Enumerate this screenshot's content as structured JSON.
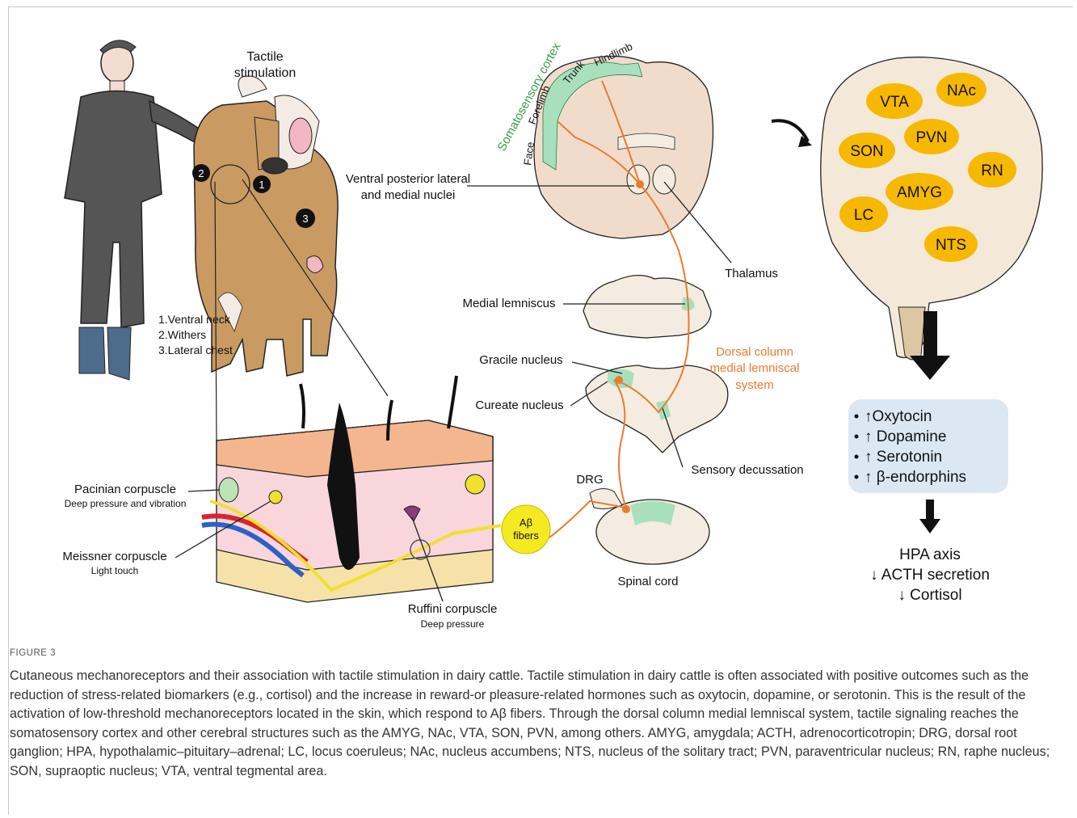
{
  "figure": {
    "tactile_stimulation": [
      "Tactile",
      "stimulation"
    ],
    "body_sites": [
      "1.Ventral neck",
      "2.Withers",
      "3.Lateral chest"
    ],
    "site_markers": [
      "1",
      "2",
      "3"
    ],
    "cortex_title": "Somatosensory cortex",
    "cortex_regions": [
      "Face",
      "Forelimb",
      "Trunk",
      "Hindlimb"
    ],
    "vpl": [
      "Ventral posterior lateral",
      "and medial nuclei"
    ],
    "thalamus": "Thalamus",
    "medial_lemniscus": "Medial lemniscus",
    "dcml": [
      "Dorsal column",
      "medial lemniscal",
      "system"
    ],
    "gracile": "Gracile nucleus",
    "cureate": "Cureate nucleus",
    "decussation": "Sensory decussation",
    "drg": "DRG",
    "spinal_cord": "Spinal cord",
    "abeta": [
      "Aβ",
      "fibers"
    ],
    "pacinian": {
      "title": "Pacinian corpuscle",
      "sub": "Deep pressure and vibration"
    },
    "meissner": {
      "title": "Meissner corpuscle",
      "sub": "Light touch"
    },
    "ruffini": {
      "title": "Ruffini corpuscle",
      "sub": "Deep pressure"
    },
    "nuclei": [
      "VTA",
      "NAc",
      "SON",
      "PVN",
      "RN",
      "AMYG",
      "LC",
      "NTS"
    ],
    "hormones": [
      "↑Oxytocin",
      "↑ Dopamine",
      "↑ Serotonin",
      "↑ β-endorphins"
    ],
    "hpa": [
      "HPA axis",
      "↓ ACTH secretion",
      "↓ Cortisol"
    ]
  },
  "caption": {
    "label": "FIGURE 3",
    "text": "Cutaneous mechanoreceptors and their association with tactile stimulation in dairy cattle. Tactile stimulation in dairy cattle is often associated with positive outcomes such as the reduction of stress-related biomarkers (e.g., cortisol) and the increase in reward-or pleasure-related hormones such as oxytocin, dopamine, or serotonin. This is the result of the activation of low-threshold mechanoreceptors located in the skin, which respond to Aβ fibers. Through the dorsal column medial lemniscal system, tactile signaling reaches the somatosensory cortex and other cerebral structures such as the AMYG, NAc, VTA, SON, PVN, among others. AMYG, amygdala; ACTH, adrenocorticotropin; DRG, dorsal root ganglion; HPA, hypothalamic–pituitary–adrenal; LC, locus coeruleus; NAc, nucleus accumbens; NTS, nucleus of the solitary tract; PVN, paraventricular nucleus; RN, raphe nucleus; SON, supraoptic nucleus; VTA, ventral tegmental area."
  },
  "colors": {
    "orange_pathway": "#e97b2e",
    "cortex_green": "#8fd3a8",
    "nucleus_yellow": "#f6b800",
    "hormone_box": "#dbe8f4",
    "cow_brown": "#c99a62"
  }
}
